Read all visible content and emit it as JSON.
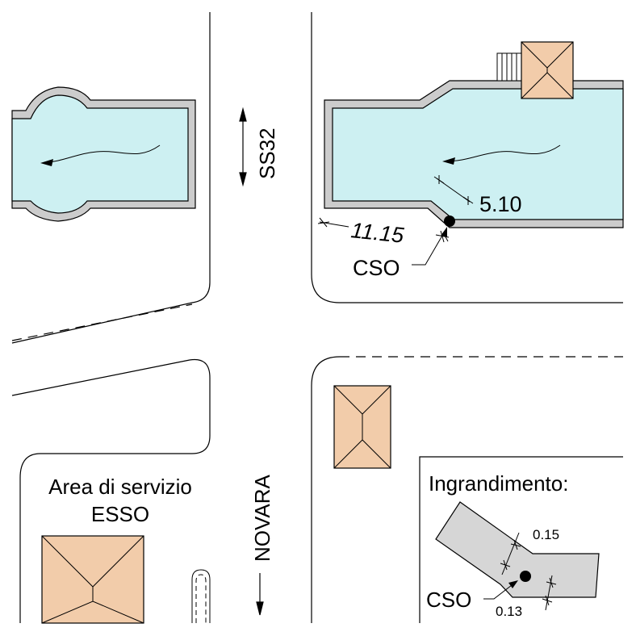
{
  "labels": {
    "road_north": "SS32",
    "road_south": "NOVARA",
    "dim_width": "5.10",
    "dim_offset": "11.15",
    "cso_main": "CSO",
    "service_area_line1": "Area di servizio",
    "service_area_line2": "ESSO",
    "inset_title": "Ingrandimento:",
    "inset_dim_top": "0.15",
    "inset_dim_bottom": "0.13",
    "inset_cso": "CSO"
  },
  "colors": {
    "water": "#cdf0f2",
    "wall": "#cccccc",
    "building": "#f2ccaa",
    "inset_channel": "#d6d6d6",
    "line": "#000000"
  }
}
